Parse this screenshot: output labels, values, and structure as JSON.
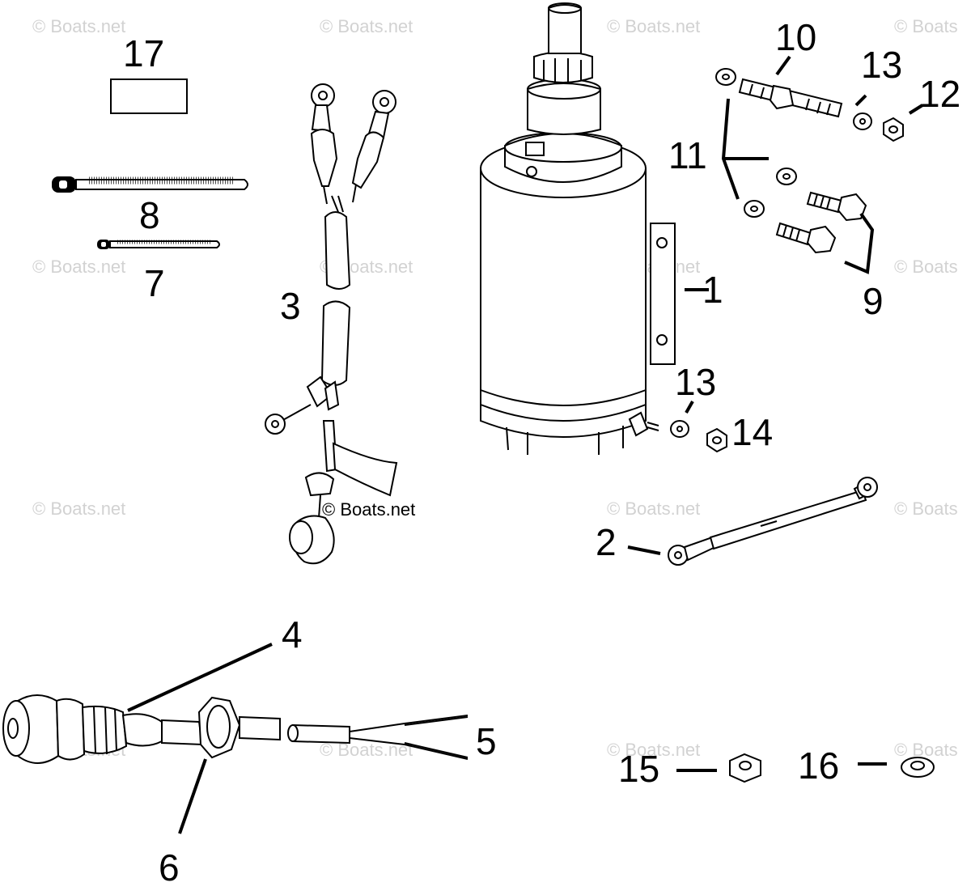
{
  "watermark": "© Boats.net",
  "watermark_clipped": "© Boats",
  "copyright": "© Boats.net",
  "callouts": {
    "c1": "1",
    "c2": "2",
    "c3": "3",
    "c4": "4",
    "c5": "5",
    "c6": "6",
    "c7": "7",
    "c8": "8",
    "c9": "9",
    "c10": "10",
    "c11": "11",
    "c12": "12",
    "c13a": "13",
    "c13b": "13",
    "c14": "14",
    "c15": "15",
    "c16": "16",
    "c17": "17"
  }
}
